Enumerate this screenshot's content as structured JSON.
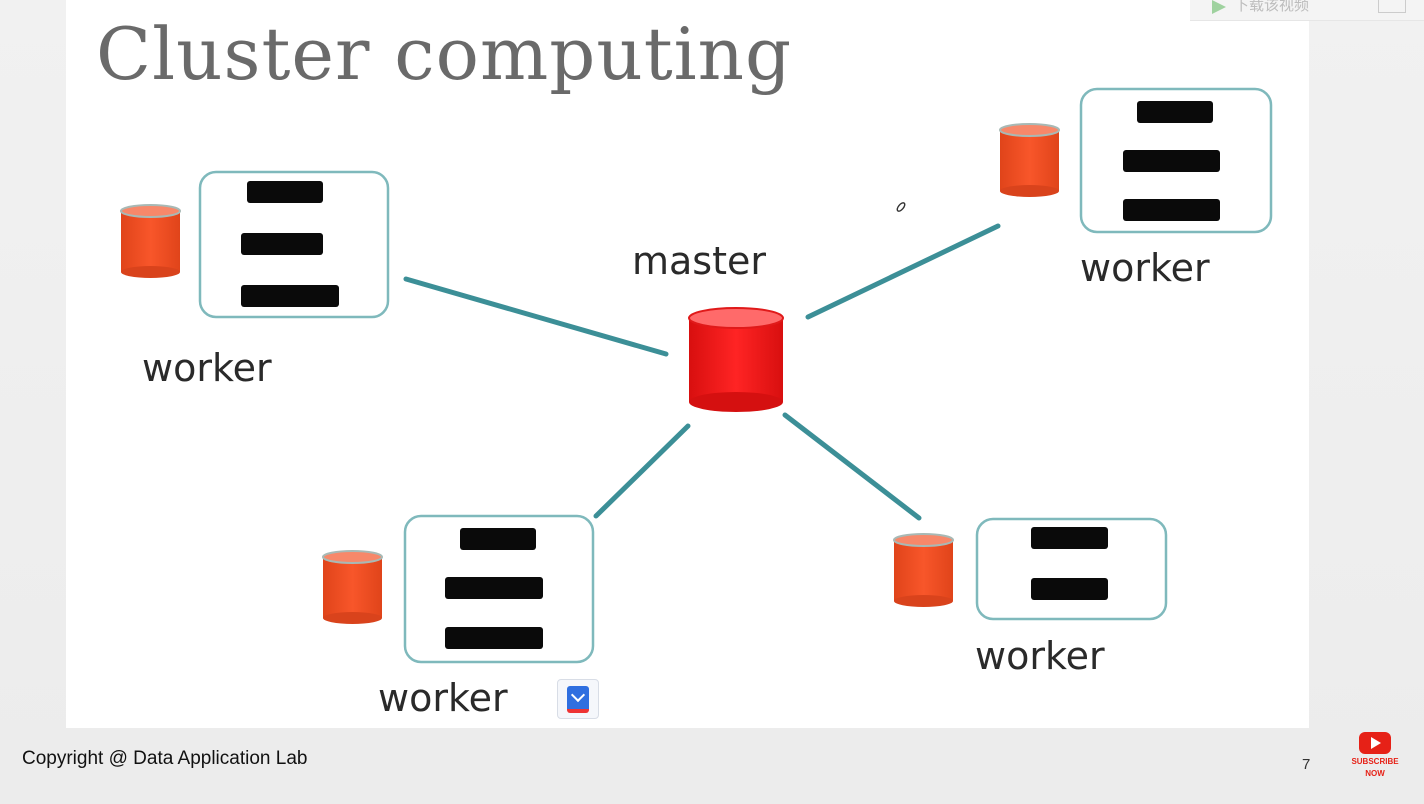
{
  "slide": {
    "title": "Cluster computing",
    "page_number": "7"
  },
  "diagram": {
    "master": {
      "label": "master"
    },
    "workers": [
      {
        "label": "worker",
        "tasks": 3
      },
      {
        "label": "worker",
        "tasks": 3
      },
      {
        "label": "worker",
        "tasks": 3
      },
      {
        "label": "worker",
        "tasks": 2
      }
    ]
  },
  "footer": {
    "copyright": "Copyright @ Data Application Lab"
  },
  "overlay": {
    "download_widget_text": "下载该视频",
    "subscribe_text_1": "SUBSCRIBE",
    "subscribe_text_2": "NOW",
    "icons": [
      "play-icon",
      "bookmark-icon",
      "youtube-icon",
      "pencil-cursor-icon"
    ]
  },
  "colors": {
    "master_db": "#ee1c1c",
    "worker_db": "#ef4f22",
    "connector": "#3c8f97",
    "node_border": "#7fb9bc",
    "task_bar": "#0a0a0a"
  }
}
